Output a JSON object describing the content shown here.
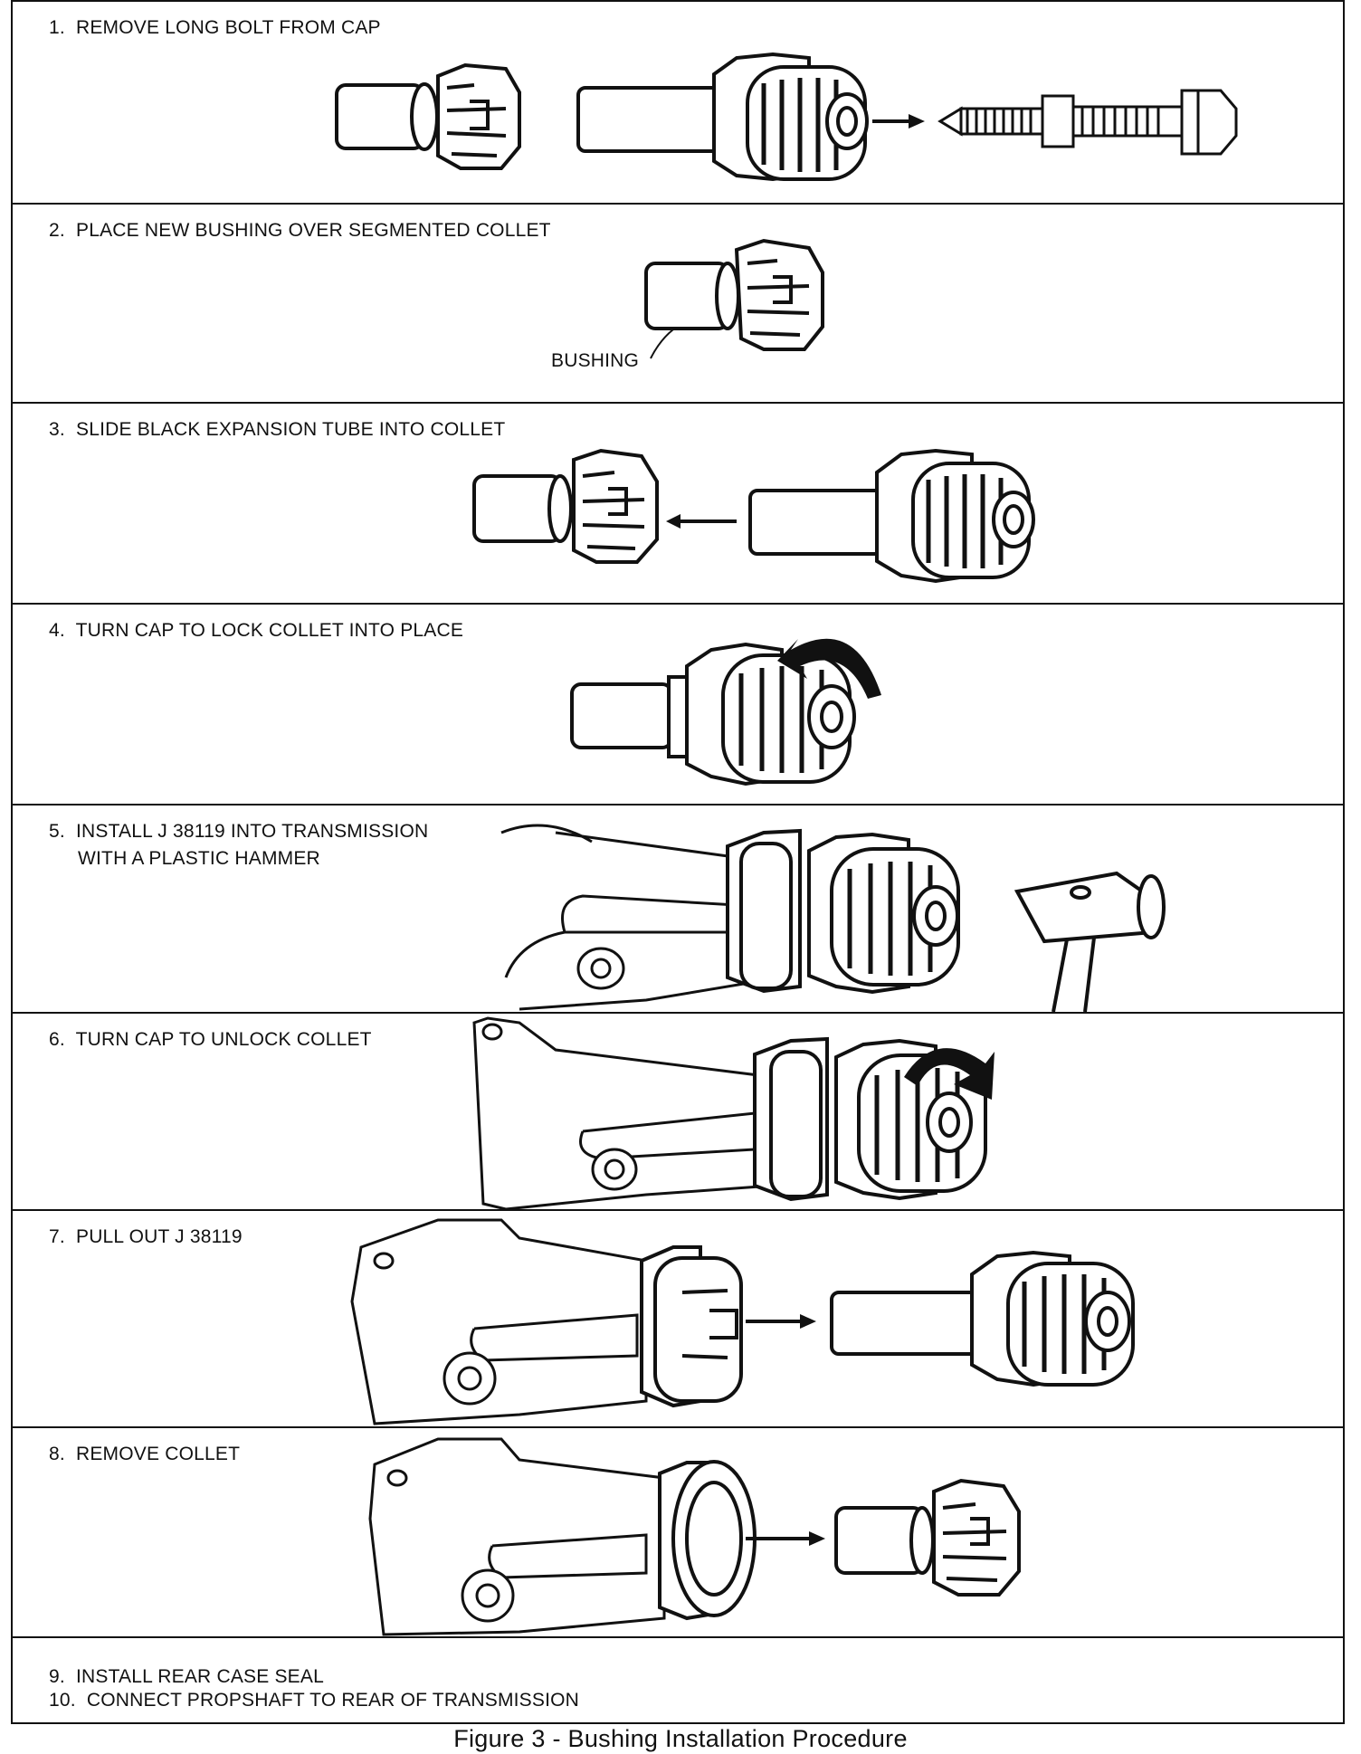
{
  "steps": [
    {
      "text": "1.  REMOVE LONG BOLT FROM CAP"
    },
    {
      "text": "2.  PLACE NEW BUSHING OVER SEGMENTED COLLET",
      "label": "BUSHING"
    },
    {
      "text": "3.  SLIDE BLACK EXPANSION TUBE INTO COLLET"
    },
    {
      "text": "4.  TURN CAP TO LOCK COLLET INTO PLACE"
    },
    {
      "text": "5.  INSTALL J 38119 INTO TRANSMISSION",
      "text2": "WITH A PLASTIC HAMMER"
    },
    {
      "text": "6.  TURN CAP TO UNLOCK COLLET"
    },
    {
      "text": "7.  PULL OUT J 38119"
    },
    {
      "text": "8.  REMOVE COLLET"
    },
    {
      "text": "9.  INSTALL REAR CASE SEAL",
      "text2": "10.  CONNECT PROPSHAFT TO REAR OF TRANSMISSION"
    }
  ],
  "caption": "Figure 3 - Bushing Installation Procedure"
}
